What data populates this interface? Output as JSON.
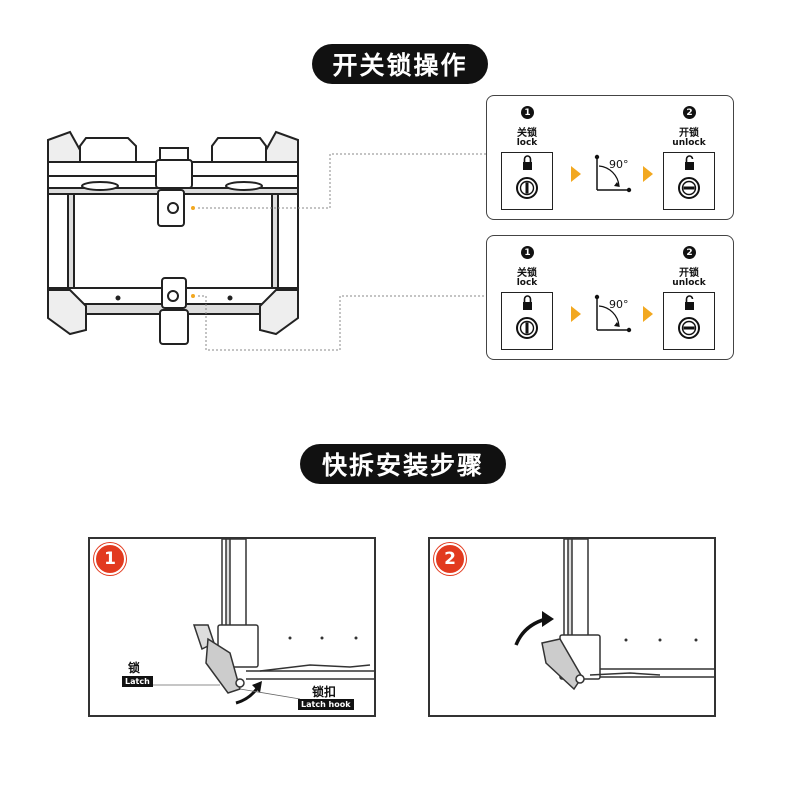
{
  "titles": {
    "lock_operation": "开关锁操作",
    "quick_release": "快拆安装步骤"
  },
  "lock_panels": [
    {
      "step1": "1",
      "lock_zh": "关锁",
      "lock_en": "lock",
      "angle": "90°",
      "step2": "2",
      "unlock_zh": "开锁",
      "unlock_en": "unlock"
    },
    {
      "step1": "1",
      "lock_zh": "关锁",
      "lock_en": "lock",
      "angle": "90°",
      "step2": "2",
      "unlock_zh": "开锁",
      "unlock_en": "unlock"
    }
  ],
  "install_steps": [
    {
      "number": "1",
      "latch_zh": "锁",
      "latch_en": "Latch",
      "hook_zh": "锁扣",
      "hook_en": "Latch hook"
    },
    {
      "number": "2"
    }
  ],
  "colors": {
    "accent": "#f2a820",
    "step_red": "#e23a1f",
    "dark": "#111111"
  }
}
